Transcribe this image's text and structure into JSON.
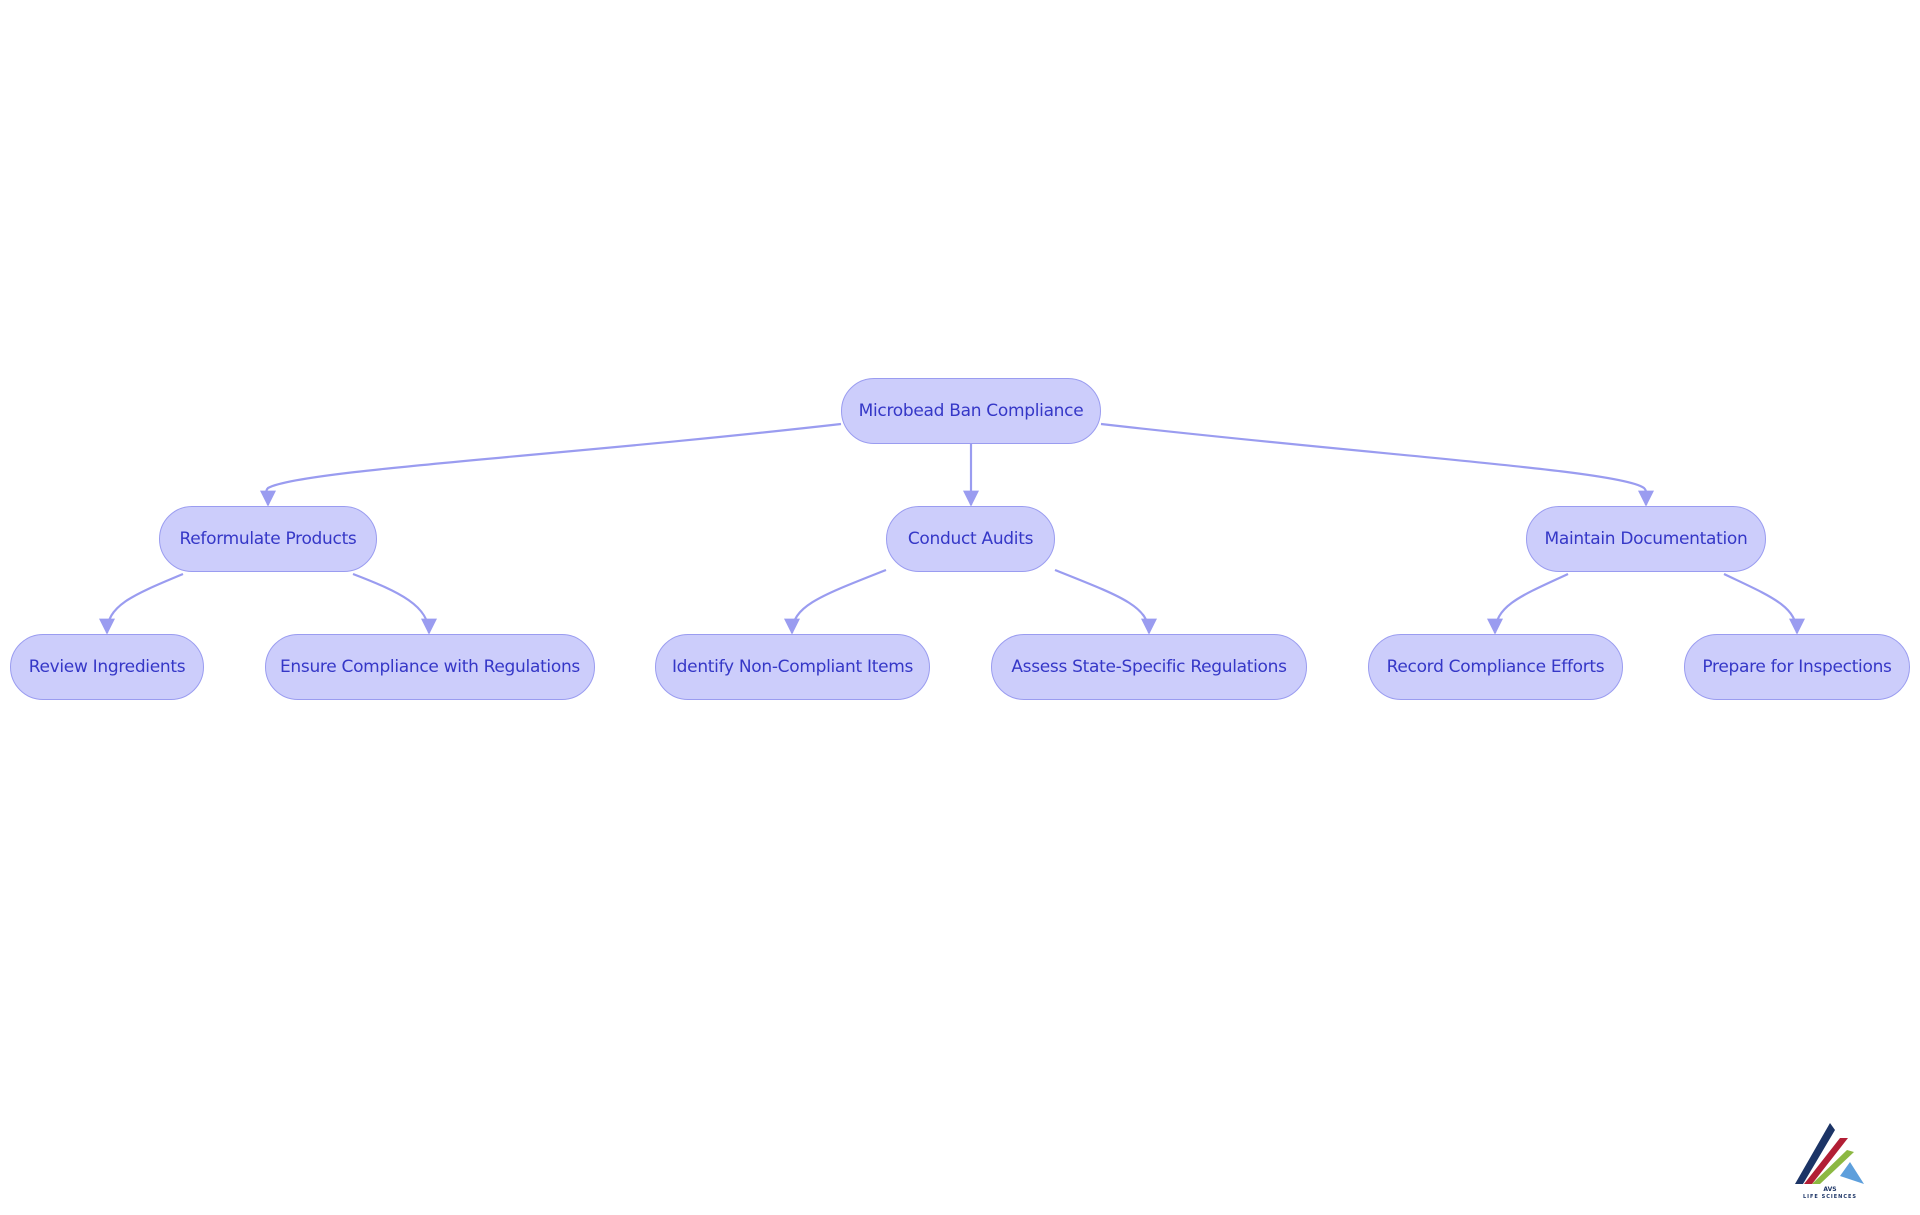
{
  "colors": {
    "node_fill": "#cccdfb",
    "node_stroke": "#9a9cf0",
    "node_text": "#3537c7",
    "edge": "#9a9cf0",
    "logo_navy": "#1c3466",
    "logo_red": "#b21e35",
    "logo_green": "#8cb842",
    "logo_blue": "#5d9fdc"
  },
  "diagram": {
    "nodes": [
      {
        "id": "root",
        "label": "Microbead Ban Compliance"
      },
      {
        "id": "reformulate",
        "label": "Reformulate Products"
      },
      {
        "id": "audits",
        "label": "Conduct Audits"
      },
      {
        "id": "documentation",
        "label": "Maintain Documentation"
      },
      {
        "id": "review",
        "label": "Review Ingredients"
      },
      {
        "id": "ensure",
        "label": "Ensure Compliance with Regulations"
      },
      {
        "id": "identify",
        "label": "Identify Non-Compliant Items"
      },
      {
        "id": "assess",
        "label": "Assess State-Specific Regulations"
      },
      {
        "id": "record",
        "label": "Record Compliance Efforts"
      },
      {
        "id": "prepare",
        "label": "Prepare for Inspections"
      }
    ],
    "edges": [
      {
        "from": "root",
        "to": "reformulate"
      },
      {
        "from": "root",
        "to": "audits"
      },
      {
        "from": "root",
        "to": "documentation"
      },
      {
        "from": "reformulate",
        "to": "review"
      },
      {
        "from": "reformulate",
        "to": "ensure"
      },
      {
        "from": "audits",
        "to": "identify"
      },
      {
        "from": "audits",
        "to": "assess"
      },
      {
        "from": "documentation",
        "to": "record"
      },
      {
        "from": "documentation",
        "to": "prepare"
      }
    ]
  },
  "logo": {
    "brand": "AVS",
    "tagline": "LIFE SCIENCES"
  }
}
